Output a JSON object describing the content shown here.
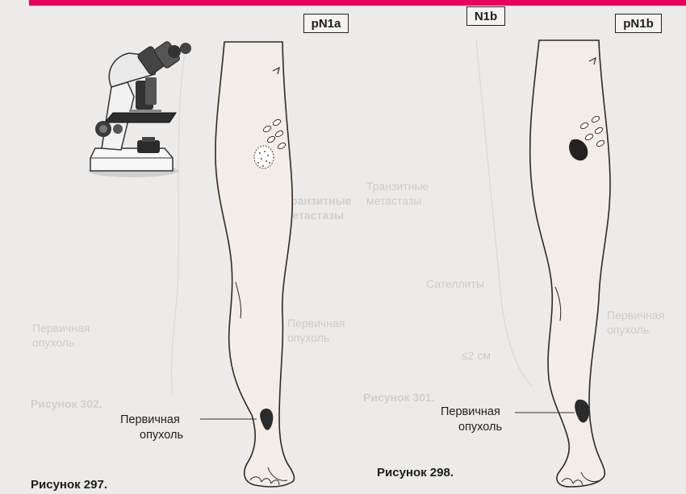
{
  "labels": {
    "left_stage": "pN1a",
    "middle_stage": "N1b",
    "right_stage": "pN1b"
  },
  "captions": {
    "left_tumor_line1": "Первичная",
    "left_tumor_line2": "опухоль",
    "right_tumor_line1": "Первичная",
    "right_tumor_line2": "опухоль"
  },
  "figures": {
    "fig297": "Рисунок 297.",
    "fig298": "Рисунок 298."
  },
  "show_through": {
    "t1": "Транзитные",
    "t2": "метастазы",
    "t3": "Сателлиты",
    "t4": "Первичная",
    "t5": "опухоль",
    "t6": "Рисунок 302.",
    "t7": "Рисунок 301.",
    "t8": "≤2 см"
  },
  "colors": {
    "accent": "#e6005c",
    "skin": "#f2e8e2",
    "tumor": "#2b2b2b"
  }
}
